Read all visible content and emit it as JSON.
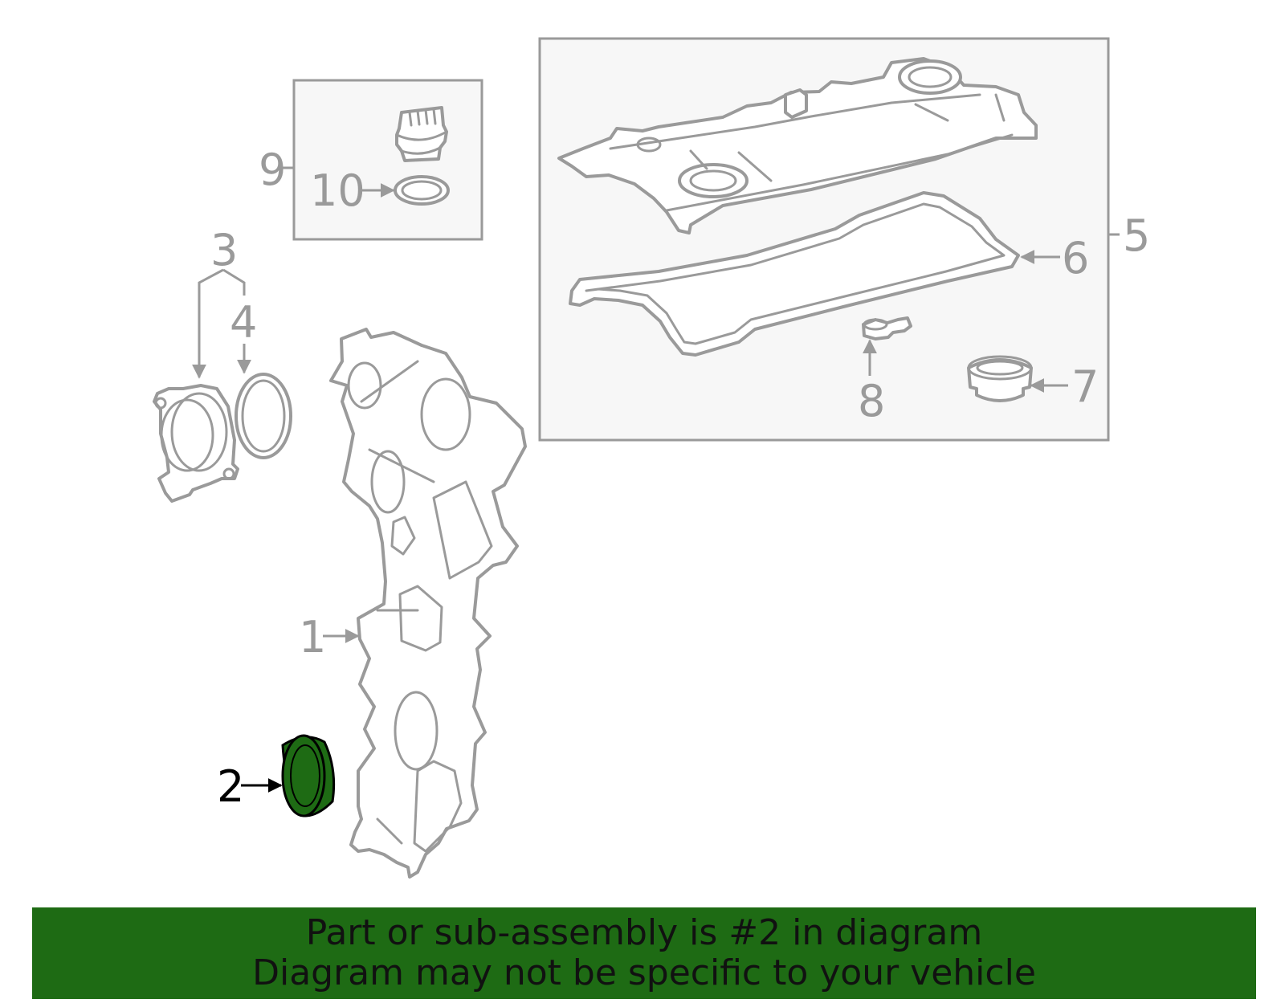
{
  "callouts": {
    "c1": "1",
    "c2": "2",
    "c3": "3",
    "c4": "4",
    "c5": "5",
    "c6": "6",
    "c7": "7",
    "c8": "8",
    "c9": "9",
    "c10": "10"
  },
  "highlight": {
    "part_number": "2",
    "fill_color": "#1e6b14",
    "outline_color": "#000000"
  },
  "banner": {
    "line1": "Part or sub-assembly is #2 in diagram",
    "line2": "Diagram may not be specific to your vehicle",
    "background_color": "#1e6b14"
  }
}
